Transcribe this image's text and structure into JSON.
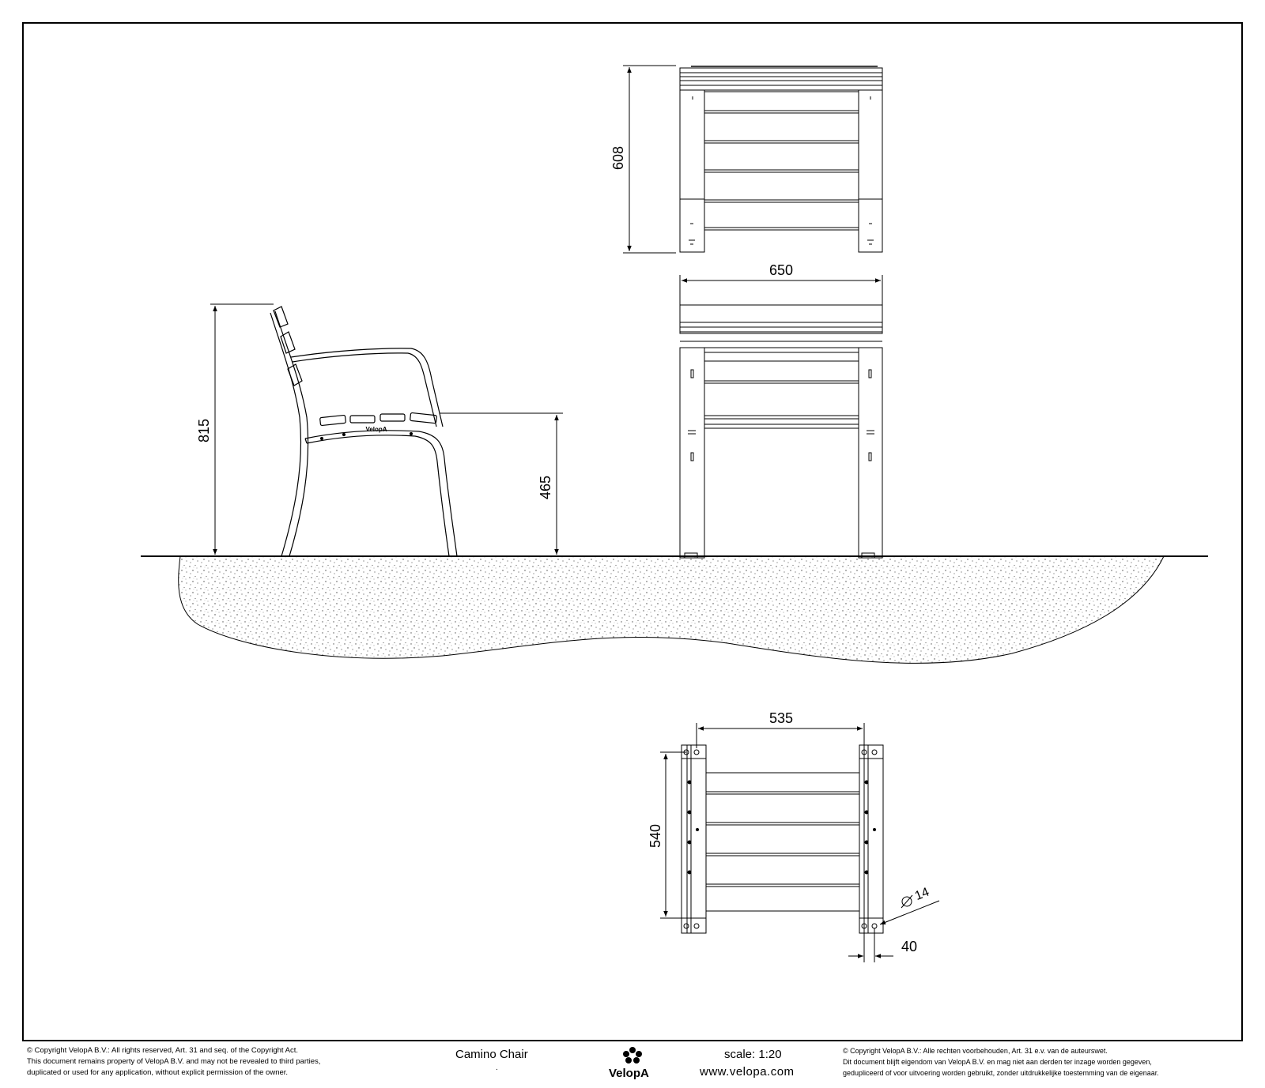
{
  "drawing": {
    "dimensions": {
      "top_height": "608",
      "front_width": "650",
      "side_height": "815",
      "seat_height": "465",
      "plan_width": "535",
      "plan_depth": "540",
      "hole_diameter": "14",
      "foot_width": "40"
    },
    "chair_brand_mark": "VelopA"
  },
  "footer": {
    "copyright_en": [
      "©  Copyright VelopA B.V.: All rights reserved, Art. 31 and seq. of the Copyright Act.",
      "This document remains property of VelopA B.V. and may not be revealed to third parties,",
      "duplicated or used for any application, without explicit permission of the owner."
    ],
    "product_name": "Camino Chair",
    "product_sub": ".",
    "brand": "VelopA",
    "scale": "scale: 1:20",
    "website": "www.velopa.com",
    "copyright_nl": [
      "©  Copyright VelopA B.V.: Alle rechten voorbehouden, Art. 31 e.v. van de auteurswet.",
      "Dit document blijft eigendom van VelopA B.V. en mag niet aan derden ter inzage worden gegeven,",
      "gedupliceerd of voor uitvoering worden gebruikt, zonder uitdrukkelijke toestemming van de eigenaar."
    ]
  }
}
